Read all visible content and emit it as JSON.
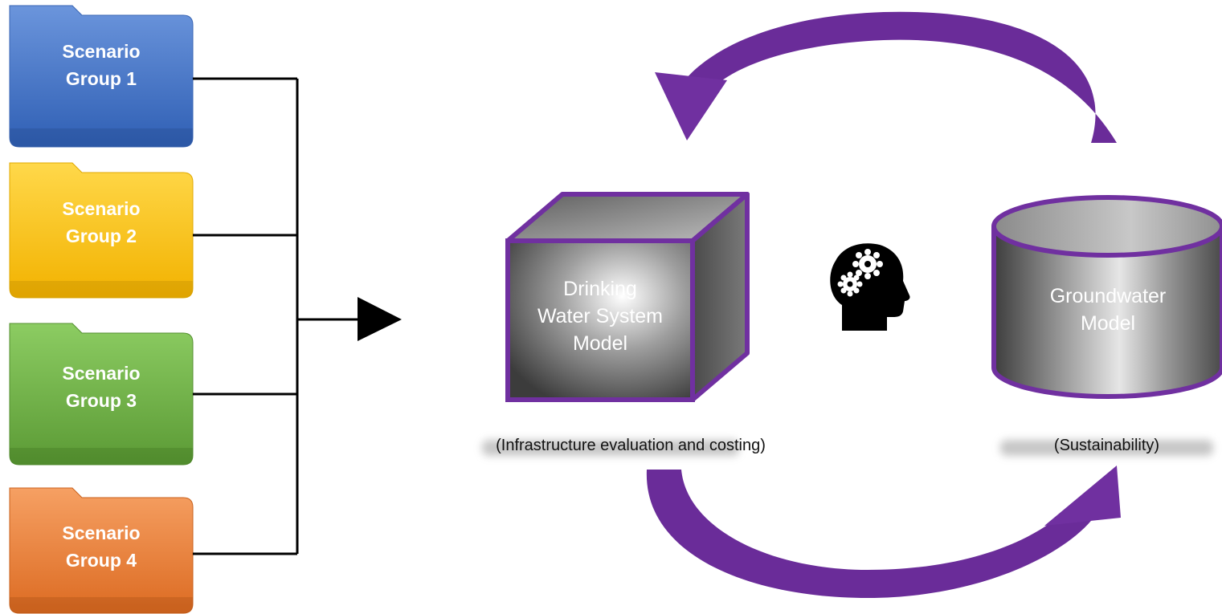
{
  "folders": [
    {
      "line1": "Scenario",
      "line2": "Group 1",
      "color": "#4472C4"
    },
    {
      "line1": "Scenario",
      "line2": "Group 2",
      "color": "#FFC000"
    },
    {
      "line1": "Scenario",
      "line2": "Group 3",
      "color": "#70AD47"
    },
    {
      "line1": "Scenario",
      "line2": "Group 4",
      "color": "#ED7D31"
    }
  ],
  "models": {
    "drinking_water": {
      "line1": "Drinking",
      "line2": "Water System",
      "line3": "Model",
      "caption": "(Infrastructure evaluation and costing)"
    },
    "groundwater": {
      "line1": "Groundwater",
      "line2": "Model",
      "caption": "(Sustainability)"
    }
  },
  "icons": {
    "center": "head-with-gears-icon",
    "arrow": "right-arrow-icon",
    "cycle_top": "curved-arrow-left-icon",
    "cycle_bottom": "curved-arrow-right-icon"
  },
  "colors": {
    "accent_purple": "#7030A0",
    "connector": "#000000"
  }
}
